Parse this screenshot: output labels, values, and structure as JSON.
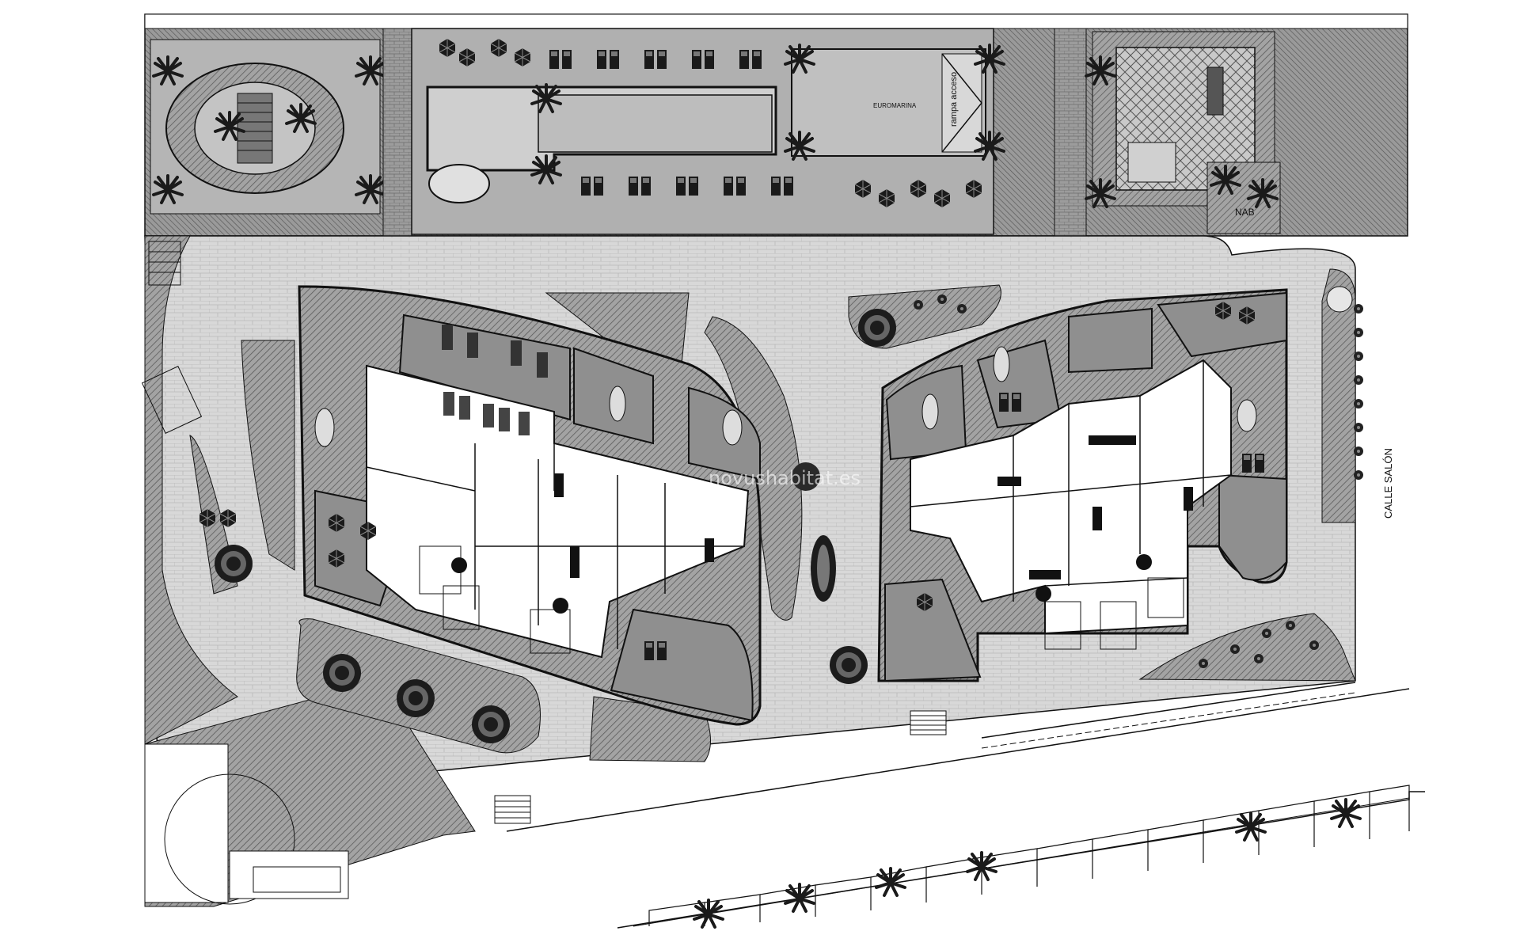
{
  "plan": {
    "labels": {
      "marina": "EUROMARINA",
      "ramp": "rampa acceso",
      "naut": "NAB",
      "street": "CALLE SALÓN"
    },
    "watermark": "novushabitat.es",
    "colors": {
      "background": "#ffffff",
      "paving": "#d9d9d9",
      "dark_zone": "#8c8c8c",
      "mid_zone": "#a6a6a6",
      "building": "#ffffff",
      "line": "#1a1a1a",
      "pool_water": "#bdbdbd"
    },
    "icons": [
      "palm-tree-icon",
      "sun-lounger-icon",
      "parasol-icon",
      "tree-icon",
      "round-planter-icon"
    ]
  }
}
